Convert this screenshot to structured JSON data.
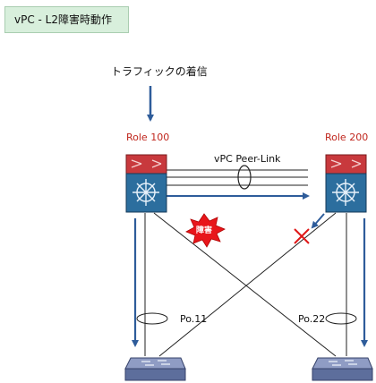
{
  "title": "vPC - L2障害時動作",
  "traffic_label": "トラフィックの着信",
  "switches": {
    "left_role": "Role 100",
    "right_role": "Role 200"
  },
  "peer_link_label": "vPC Peer-Link",
  "fault_label": "障害",
  "port_channels": {
    "left": "Po.11",
    "right": "Po.22"
  },
  "colors": {
    "traffic_arrow": "#2e5c9a",
    "role_text": "#c0261d",
    "switch_top": "#c8393d",
    "switch_bottom": "#2c6e9e",
    "access_switch": "#5d6e9c",
    "fault_burst": "#e8161b",
    "blocked_cross": "#e01818"
  }
}
